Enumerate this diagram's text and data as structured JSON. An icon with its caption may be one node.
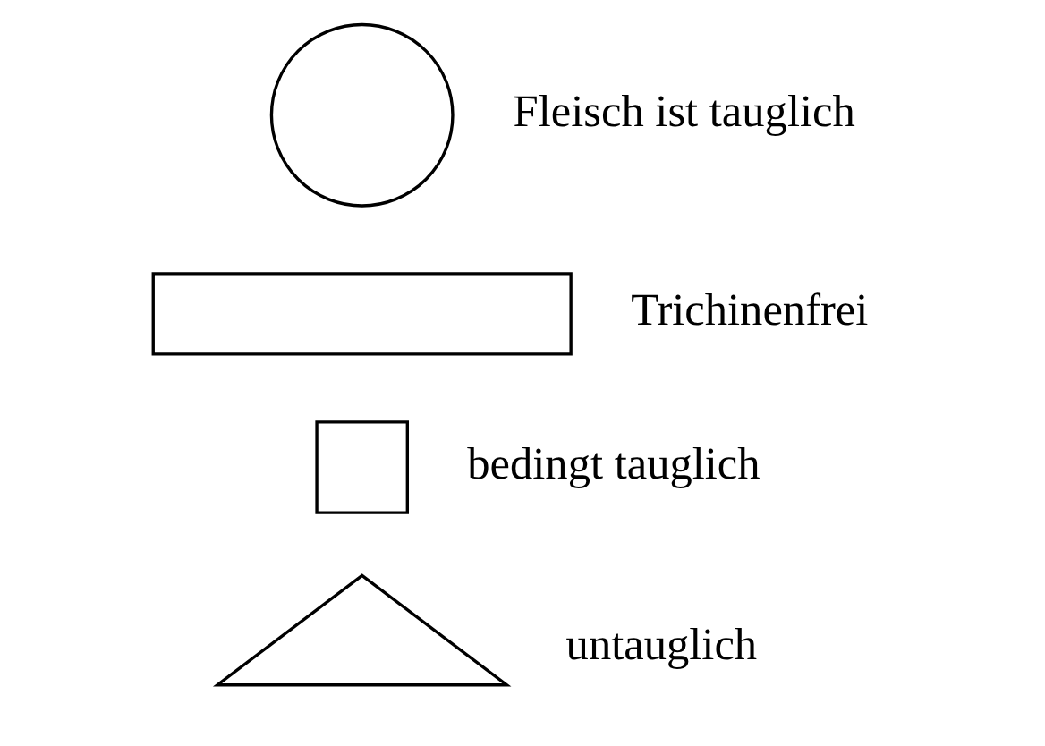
{
  "diagram": {
    "nodes": [
      {
        "text": [],
        "shape": "circle",
        "beside": [
          "Fleisch ist tauglich"
        ]
      },
      {
        "text": [],
        "shape": "box",
        "beside": [
          "Trichinenfrei"
        ]
      },
      {
        "text": [],
        "shape": "box",
        "beside": [
          "bedingt tauglich"
        ]
      },
      {
        "text": [],
        "shape": "triangle",
        "beside": [
          "untauglich"
        ]
      }
    ]
  }
}
